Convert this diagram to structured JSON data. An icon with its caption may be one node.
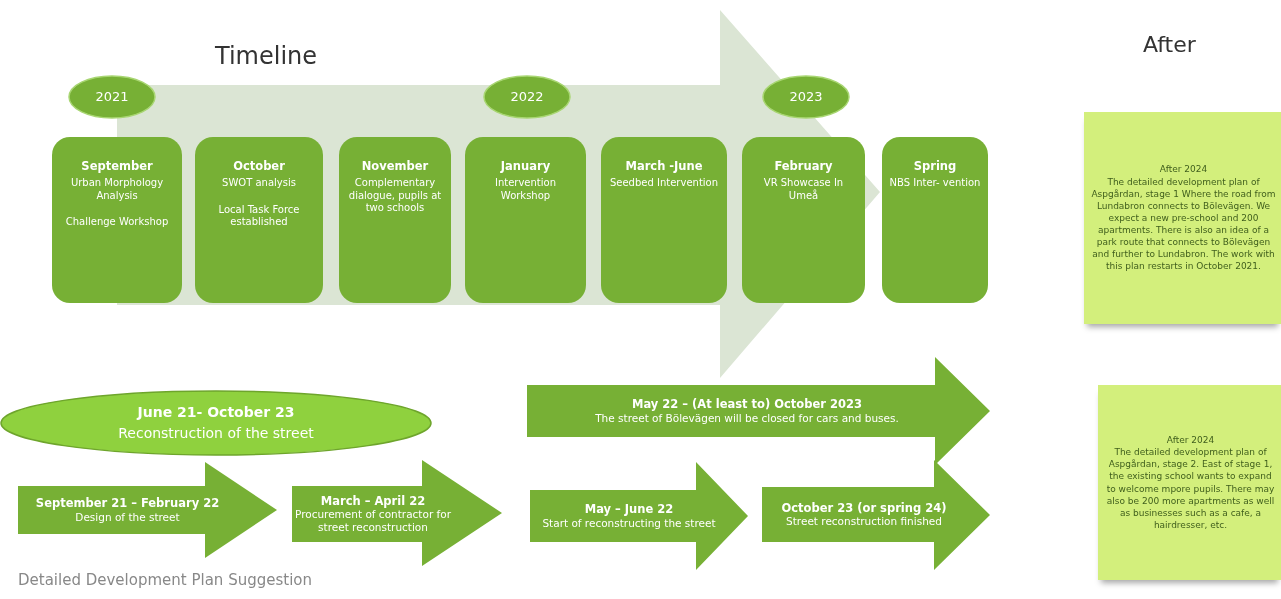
{
  "diagram": {
    "title": "Timeline",
    "nodes": [
      {
        "text": [
          "2021"
        ]
      },
      {
        "text": [
          "2022"
        ]
      },
      {
        "text": [
          "2023"
        ]
      },
      {
        "text": [
          "September",
          "Urban Morphology Analysis",
          "Challenge Workshop"
        ]
      },
      {
        "text": [
          "October",
          "SWOT analysis",
          "Local Task Force established"
        ]
      },
      {
        "text": [
          "November",
          "Complementary dialogue, pupils at two schools"
        ]
      },
      {
        "text": [
          "January",
          "Intervention Workshop"
        ]
      },
      {
        "text": [
          "March -June",
          "Seedbed Intervention"
        ]
      },
      {
        "text": [
          "February",
          "VR Showcase In Umeå"
        ]
      },
      {
        "text": [
          "Spring",
          "NBS Inter- vention"
        ]
      },
      {
        "text": [
          "June 21- October 23",
          "Reconstruction of the street"
        ]
      },
      {
        "text": [
          "May  22 – (At least to) October 2023",
          "The street of Bölevägen will be closed for cars and buses."
        ]
      },
      {
        "text": [
          "September 21 – February 22",
          "Design of the street"
        ]
      },
      {
        "text": [
          "March – April 22",
          "Procurement of contractor for street reconstruction"
        ]
      },
      {
        "text": [
          "May – June 22",
          "Start of reconstructing the street"
        ]
      },
      {
        "text": [
          "October  23 (or spring 24)",
          "Street reconstruction finished"
        ]
      },
      {
        "text": [
          "After 2024",
          "The detailed development plan of Aspgårdan, stage 1 Where the road from Lundabron connects to Bölevägen. We expect a new pre-school and 200 apartments. There is also an idea of a park route that connects to Bölevägen and further to Lundabron. The work with this plan restarts in October 2021."
        ]
      },
      {
        "text": [
          "After 2024",
          "The detailed development plan of Aspgårdan, stage 2. East of stage 1, the existing school wants to expand to welcome mpore pupils. There may also be 200 more apartments as well as businesses such as a cafe, a hairdresser, etc."
        ]
      }
    ],
    "edges": [
      {
        "from": 3,
        "to": 9,
        "arrow": "to"
      }
    ],
    "labels": [
      "After",
      "Detailed Development Plan Suggestion"
    ]
  }
}
